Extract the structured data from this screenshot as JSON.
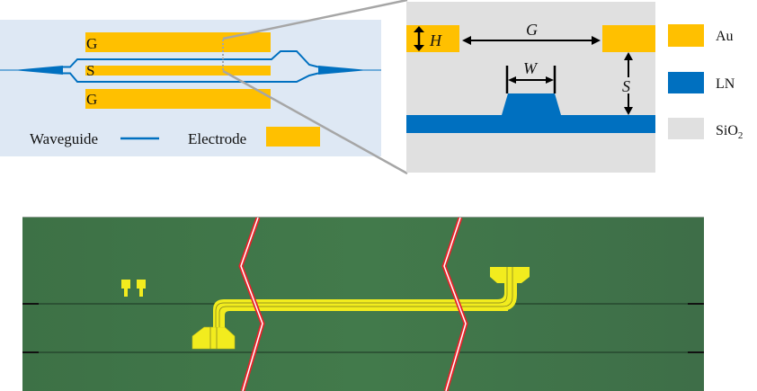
{
  "colors": {
    "gold": "#FFC000",
    "ln_blue": "#0070C0",
    "sio2_gray": "#E0E0E0",
    "panel_bg": "#DEE8F4",
    "zoom_line": "#A6A6A6",
    "chip_green": "#3E7147",
    "electrode_yellow": "#F2EC1E",
    "break_red": "#E8222A"
  },
  "top_view": {
    "electrode_labels": [
      "G",
      "S",
      "G"
    ],
    "legend": {
      "waveguide_label": "Waveguide",
      "electrode_label": "Electrode"
    }
  },
  "cross_section": {
    "dimension_labels": {
      "height": "H",
      "gap": "G",
      "width": "W",
      "separation": "S"
    }
  },
  "material_legend": [
    {
      "label": "Au",
      "color": "#FFC000"
    },
    {
      "label": "LN",
      "color": "#0070C0"
    },
    {
      "label": "SiO",
      "subscript": "2",
      "color": "#E0E0E0"
    }
  ],
  "micrograph": {
    "break_marks": 2
  }
}
